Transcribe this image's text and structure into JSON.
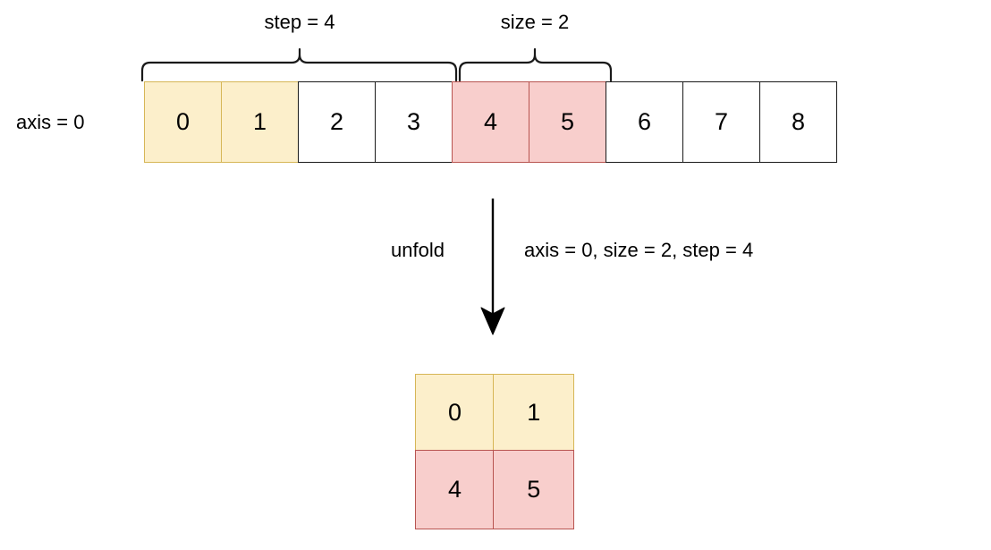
{
  "diagram": {
    "title_axis_label": "axis = 0",
    "step_brace_label": "step = 4",
    "size_brace_label": "size = 2",
    "operation_label": "unfold",
    "params_label": "axis = 0, size = 2, step = 4",
    "colors": {
      "yellow_fill": "#FCEFCB",
      "yellow_stroke": "#D6B656",
      "red_fill": "#F8CECC",
      "red_stroke": "#B85450",
      "plain_fill": "#FFFFFF",
      "plain_stroke": "#1A1A1A",
      "text": "#000000",
      "background": "#FFFFFF"
    },
    "input_tensor": {
      "cells": [
        {
          "value": "0",
          "style": "yellow"
        },
        {
          "value": "1",
          "style": "yellow"
        },
        {
          "value": "2",
          "style": "plain"
        },
        {
          "value": "3",
          "style": "plain"
        },
        {
          "value": "4",
          "style": "red"
        },
        {
          "value": "5",
          "style": "red"
        },
        {
          "value": "6",
          "style": "plain"
        },
        {
          "value": "7",
          "style": "plain"
        },
        {
          "value": "8",
          "style": "plain"
        }
      ]
    },
    "output_tensor": {
      "rows": [
        {
          "style": "yellow",
          "cells": [
            "0",
            "1"
          ]
        },
        {
          "style": "red",
          "cells": [
            "4",
            "5"
          ]
        }
      ]
    }
  }
}
